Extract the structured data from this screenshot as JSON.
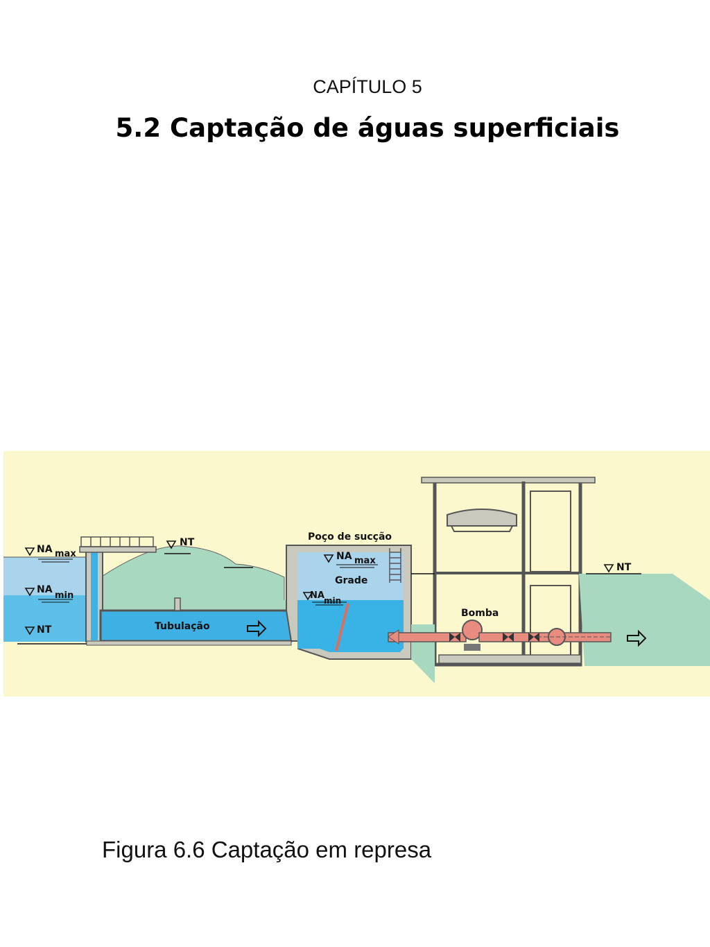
{
  "header": {
    "chapter": "CAPÍTULO 5",
    "title": "5.2 Captação de águas superficiais"
  },
  "figure": {
    "labels": {
      "na": "NA",
      "max": "max",
      "min": "min",
      "nt": "NT",
      "poco": "Poço de sucção",
      "grade": "Grade",
      "tubulacao": "Tubulação",
      "bomba": "Bomba"
    },
    "colors": {
      "background": "#fbf8cd",
      "water_light": "#a9d4ec",
      "water_dark": "#39b3e6",
      "soil": "#a8d8c0",
      "concrete": "#c9c9bd",
      "pipe": "#e98c80"
    }
  },
  "caption": "Figura 6.6 Captação em represa"
}
